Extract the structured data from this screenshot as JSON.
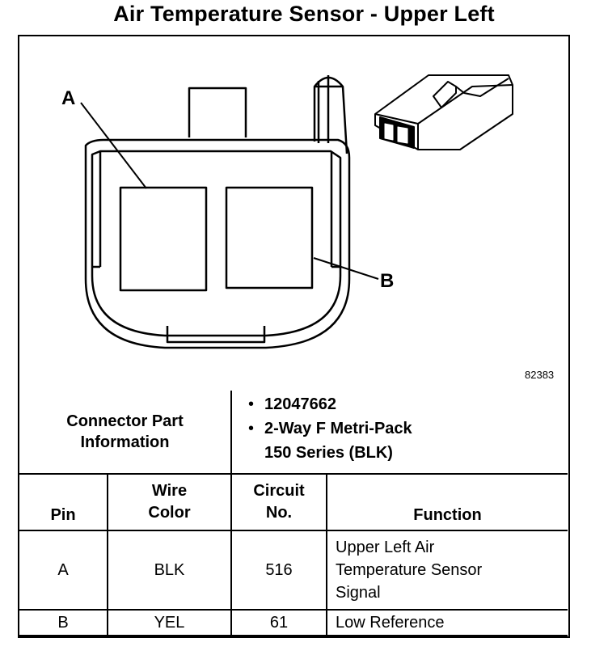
{
  "title": "Air Temperature Sensor - Upper Left",
  "figure": {
    "callout_a": "A",
    "callout_b": "B",
    "figure_number": "82383"
  },
  "connector_info": {
    "label_line1": "Connector Part",
    "label_line2": "Information",
    "part_number": "12047662",
    "description_line1": "2-Way F Metri-Pack",
    "description_line2": "150 Series (BLK)"
  },
  "table": {
    "headers": {
      "pin": "Pin",
      "wire_color_line1": "Wire",
      "wire_color_line2": "Color",
      "circuit_line1": "Circuit",
      "circuit_line2": "No.",
      "function": "Function"
    },
    "rows": [
      {
        "pin": "A",
        "wire_color": "BLK",
        "circuit": "516",
        "function_line1": "Upper Left Air",
        "function_line2": "Temperature Sensor",
        "function_line3": "Signal"
      },
      {
        "pin": "B",
        "wire_color": "YEL",
        "circuit": "61",
        "function_line1": "Low Reference"
      }
    ]
  }
}
